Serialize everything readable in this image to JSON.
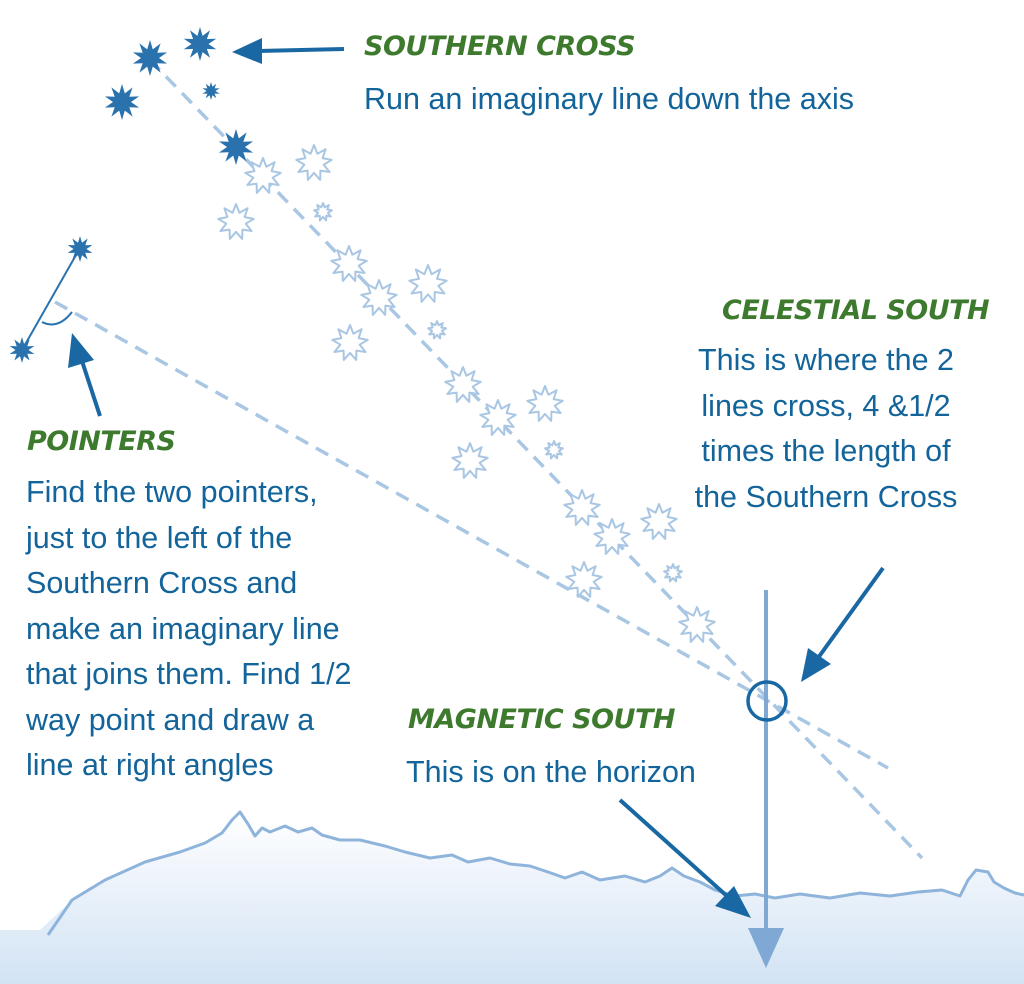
{
  "southern_cross": {
    "heading": "SOUTHERN CROSS",
    "text": "Run an imaginary line down the axis"
  },
  "pointers": {
    "heading": "POINTERS",
    "lines": [
      "Find the two pointers,",
      "just to the left of the",
      "Southern Cross and",
      "make an imaginary line",
      "that joins them. Find 1/2",
      "way point and draw a",
      "line at right angles"
    ]
  },
  "celestial_south": {
    "heading": "CELESTIAL SOUTH",
    "lines": [
      "This is where the 2",
      "lines cross, 4 &1/2",
      "times the length of",
      "the Southern Cross"
    ]
  },
  "magnetic_south": {
    "heading": "MAGNETIC SOUTH",
    "text": "This is on the horizon"
  },
  "colors": {
    "heading_green": "#3d7a2e",
    "text_blue": "#13649a",
    "star_solid": "#2a72ad",
    "star_faint": "#a9c6e3",
    "guide_line": "#a9c6e3",
    "arrow": "#1a68a3",
    "horizon_fill": "#dceaf7",
    "horizon_line": "#8fb4dc"
  }
}
